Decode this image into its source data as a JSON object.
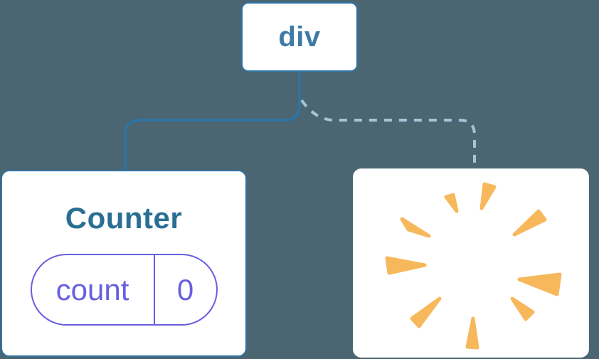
{
  "tree": {
    "root_node": {
      "label": "div"
    },
    "counter_card": {
      "title": "Counter",
      "pill": {
        "key_label": "count",
        "value": "0"
      }
    },
    "poof_card": {
      "icon_name": "poof-starburst-icon"
    }
  },
  "colors": {
    "background": "#4b6672",
    "card_background": "#ffffff",
    "card_border_blue": "#2e74a3",
    "root_label_blue": "#3d7aa6",
    "component_title_blue": "#2a6f93",
    "state_pill_purple": "#6a5fde",
    "solid_connector_blue": "#2e74a3",
    "dashed_connector_light_blue": "#a3c4da",
    "poof_orange": "#f7b85c"
  }
}
